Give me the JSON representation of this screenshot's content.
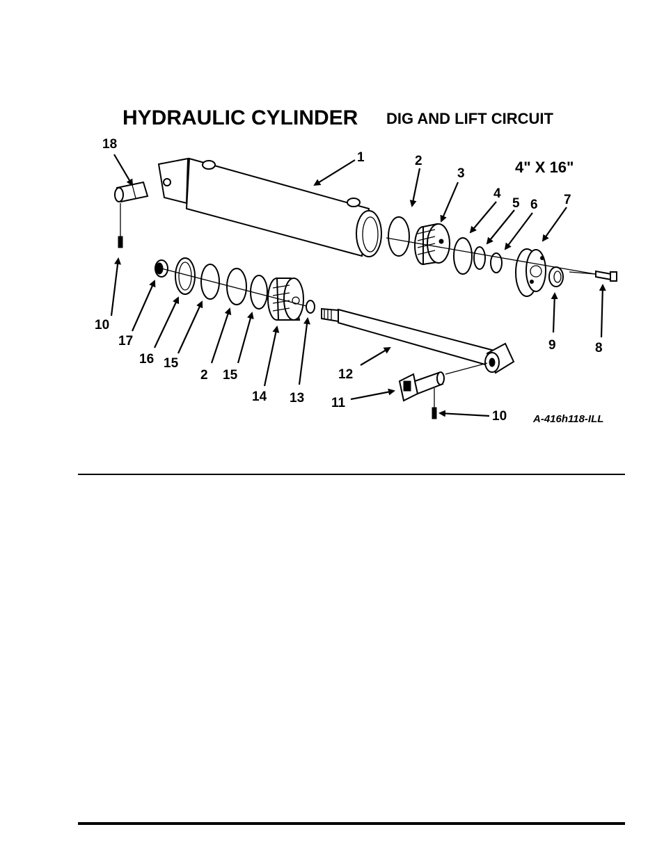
{
  "title": {
    "main": "HYDRAULIC CYLINDER",
    "sub": "DIG AND LIFT CIRCUIT"
  },
  "size": "4\" X 16\"",
  "figure_id": "A-416h118-ILL",
  "callouts": {
    "c1": "1",
    "c2a": "2",
    "c3": "3",
    "c4": "4",
    "c5": "5",
    "c6": "6",
    "c7": "7",
    "c8": "8",
    "c9": "9",
    "c10a": "10",
    "c10b": "10",
    "c11": "11",
    "c12": "12",
    "c13": "13",
    "c14": "14",
    "c15a": "15",
    "c15b": "15",
    "c2b": "2",
    "c16": "16",
    "c17": "17",
    "c18": "18"
  }
}
